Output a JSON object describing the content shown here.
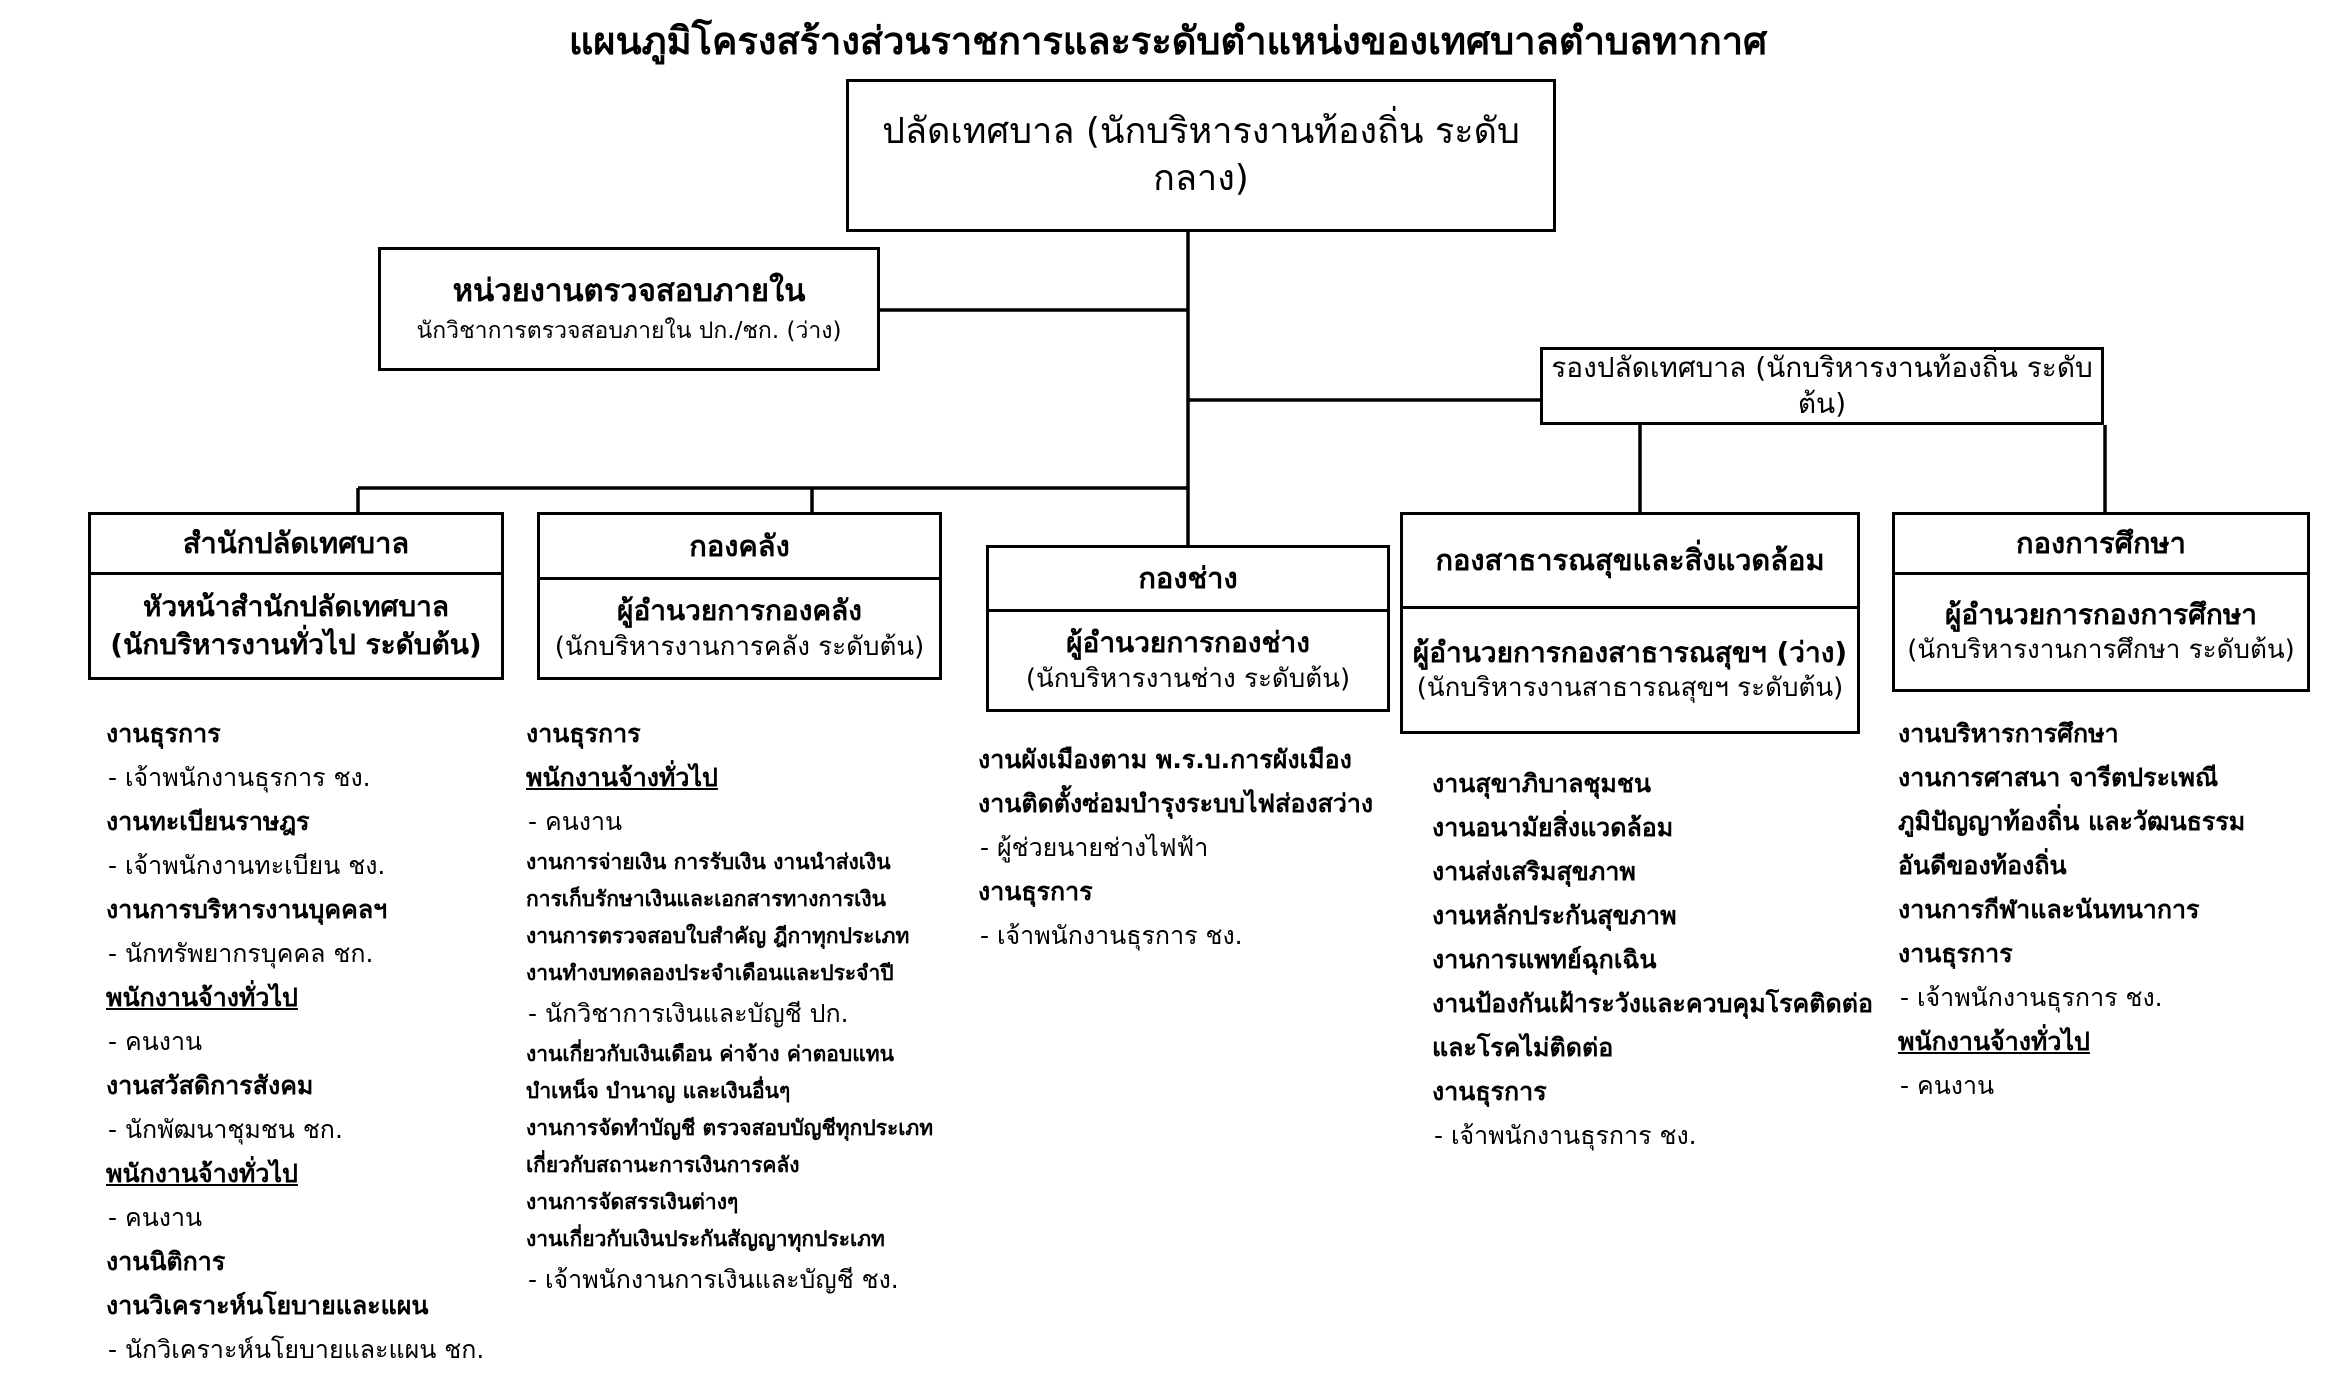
{
  "title": "แผนภูมิโครงสร้างส่วนราชการและระดับตำแหน่งของเทศบาลตำบลทากาศ",
  "clerk": {
    "label": "ปลัดเทศบาล (นักบริหารงานท้องถิ่น ระดับกลาง)"
  },
  "audit": {
    "title": "หน่วยงานตรวจสอบภายใน",
    "subtitle": "นักวิชาการตรวจสอบภายใน ปก./ชก. (ว่าง)"
  },
  "deputy": {
    "label": "รองปลัดเทศบาล (นักบริหารงานท้องถิ่น ระดับต้น)"
  },
  "departments": [
    {
      "name": "สำนักปลัดเทศบาล",
      "director": "หัวหน้าสำนักปลัดเทศบาล",
      "level": "(นักบริหารงานทั่วไป ระดับต้น)",
      "items": [
        {
          "text": "งานธุรการ",
          "style": "bold"
        },
        {
          "text": "- เจ้าพนักงานธุรการ ชง.",
          "style": "sub"
        },
        {
          "text": "งานทะเบียนราษฎร",
          "style": "bold"
        },
        {
          "text": "- เจ้าพนักงานทะเบียน ชง.",
          "style": "sub"
        },
        {
          "text": "งานการบริหารงานบุคคลฯ",
          "style": "bold"
        },
        {
          "text": "- นักทรัพยากรบุคคล ชก.",
          "style": "sub"
        },
        {
          "text": "พนักงานจ้างทั่วไป",
          "style": "ul"
        },
        {
          "text": "- คนงาน",
          "style": "sub"
        },
        {
          "text": "งานสวัสดิการสังคม",
          "style": "bold"
        },
        {
          "text": "- นักพัฒนาชุมชน ชก.",
          "style": "sub"
        },
        {
          "text": "พนักงานจ้างทั่วไป",
          "style": "ul"
        },
        {
          "text": "- คนงาน",
          "style": "sub"
        },
        {
          "text": "งานนิติการ",
          "style": "bold"
        },
        {
          "text": "งานวิเคราะห์นโยบายและแผน",
          "style": "bold"
        },
        {
          "text": "- นักวิเคราะห์นโยบายและแผน ชก.",
          "style": "sub"
        }
      ]
    },
    {
      "name": "กองคลัง",
      "director": "ผู้อำนวยการกองคลัง",
      "level": "(นักบริหารงานการคลัง ระดับต้น)",
      "items": [
        {
          "text": "งานธุรการ",
          "style": "bold"
        },
        {
          "text": "พนักงานจ้างทั่วไป",
          "style": "ul"
        },
        {
          "text": "- คนงาน",
          "style": "sub"
        },
        {
          "text": "งานการจ่ายเงิน การรับเงิน งานนำส่งเงิน",
          "style": "small"
        },
        {
          "text": "การเก็บรักษาเงินและเอกสารทางการเงิน",
          "style": "small"
        },
        {
          "text": "งานการตรวจสอบใบสำคัญ ฎีกาทุกประเภท",
          "style": "small"
        },
        {
          "text": "งานทำงบทดลองประจำเดือนและประจำปี",
          "style": "small"
        },
        {
          "text": "- นักวิชาการเงินและบัญชี ปก.",
          "style": "sub"
        },
        {
          "text": "งานเกี่ยวกับเงินเดือน ค่าจ้าง ค่าตอบแทน",
          "style": "small"
        },
        {
          "text": "บำเหน็จ บำนาญ และเงินอื่นๆ",
          "style": "small"
        },
        {
          "text": "งานการจัดทำบัญชี ตรวจสอบบัญชีทุกประเภท",
          "style": "small"
        },
        {
          "text": "เกี่ยวกับสถานะการเงินการคลัง",
          "style": "small"
        },
        {
          "text": "งานการจัดสรรเงินต่างๆ",
          "style": "small"
        },
        {
          "text": "งานเกี่ยวกับเงินประกันสัญญาทุกประเภท",
          "style": "small"
        },
        {
          "text": "- เจ้าพนักงานการเงินและบัญชี ชง.",
          "style": "sub"
        }
      ]
    },
    {
      "name": "กองช่าง",
      "director": "ผู้อำนวยการกองช่าง",
      "level": "(นักบริหารงานช่าง ระดับต้น)",
      "items": [
        {
          "text": "งานผังเมืองตาม พ.ร.บ.การผังเมือง",
          "style": "bold"
        },
        {
          "text": "งานติดตั้งซ่อมบำรุงระบบไฟส่องสว่าง",
          "style": "bold"
        },
        {
          "text": "- ผู้ช่วยนายช่างไฟฟ้า",
          "style": "sub"
        },
        {
          "text": "งานธุรการ",
          "style": "bold"
        },
        {
          "text": "   - เจ้าพนักงานธุรการ ชง.",
          "style": "sub"
        }
      ]
    },
    {
      "name": "กองสาธารณสุขและสิ่งแวดล้อม",
      "director": "ผู้อำนวยการกองสาธารณสุขฯ (ว่าง)",
      "level": "(นักบริหารงานสาธารณสุขฯ ระดับต้น)",
      "items": [
        {
          "text": "งานสุขาภิบาลชุมชน",
          "style": "bold"
        },
        {
          "text": "งานอนามัยสิ่งแวดล้อม",
          "style": "bold"
        },
        {
          "text": "งานส่งเสริมสุขภาพ",
          "style": "bold"
        },
        {
          "text": "งานหลักประกันสุขภาพ",
          "style": "bold"
        },
        {
          "text": "งานการแพทย์ฉุกเฉิน",
          "style": "bold"
        },
        {
          "text": "งานป้องกันเฝ้าระวังและควบคุมโรคติดต่อ",
          "style": "bold"
        },
        {
          "text": "และโรคไม่ติดต่อ",
          "style": "bold"
        },
        {
          "text": "งานธุรการ",
          "style": "bold"
        },
        {
          "text": "- เจ้าพนักงานธุรการ ชง.",
          "style": "sub"
        }
      ]
    },
    {
      "name": "กองการศึกษา",
      "director": "ผู้อำนวยการกองการศึกษา",
      "level": "(นักบริหารงานการศึกษา ระดับต้น)",
      "items": [
        {
          "text": "งานบริหารการศึกษา",
          "style": "bold"
        },
        {
          "text": "งานการศาสนา จารีตประเพณี",
          "style": "bold"
        },
        {
          "text": "ภูมิปัญญาท้องถิ่น และวัฒนธรรม",
          "style": "bold"
        },
        {
          "text": "อันดีของท้องถิ่น",
          "style": "bold"
        },
        {
          "text": "งานการกีฬาและนันทนาการ",
          "style": "bold"
        },
        {
          "text": "งานธุรการ",
          "style": "bold"
        },
        {
          "text": "- เจ้าพนักงานธุรการ ชง.",
          "style": "sub"
        },
        {
          "text": "พนักงานจ้างทั่วไป",
          "style": "ul"
        },
        {
          "text": "- คนงาน",
          "style": "sub"
        }
      ]
    }
  ]
}
